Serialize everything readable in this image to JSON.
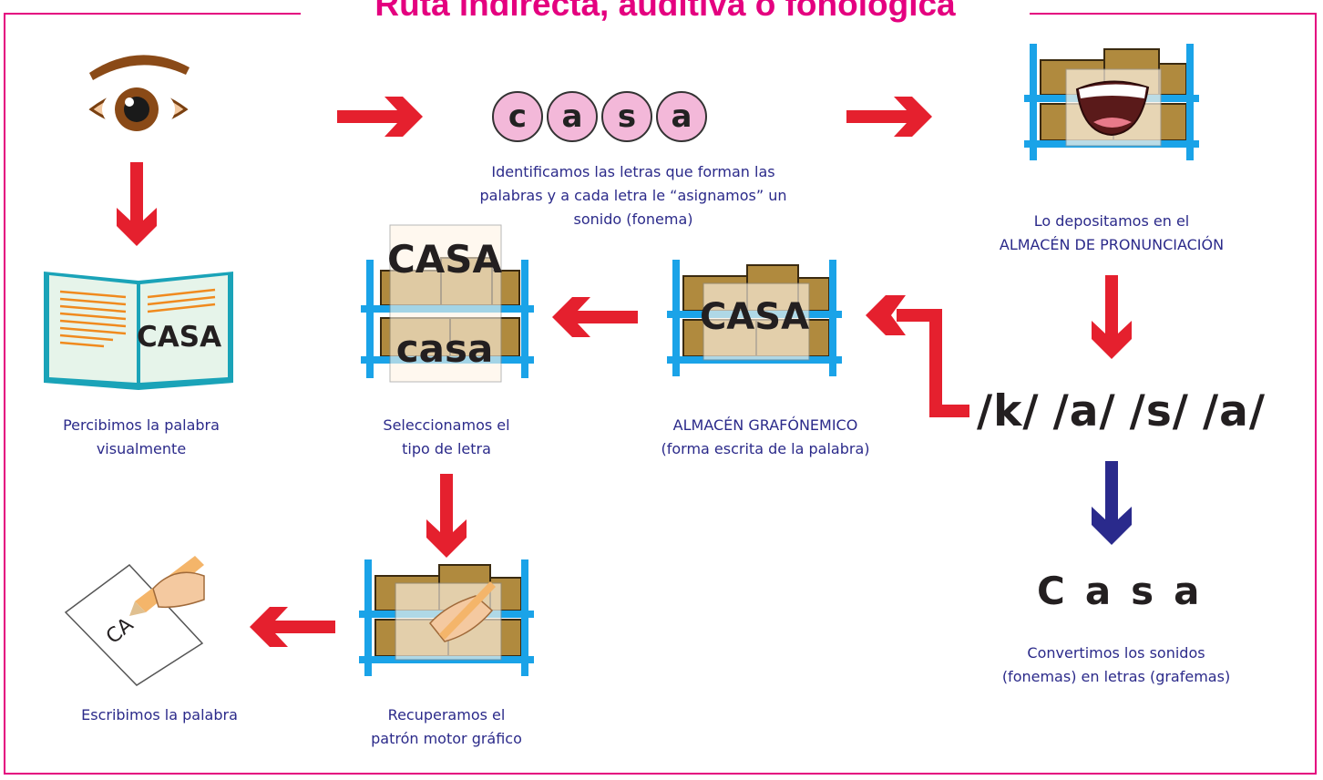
{
  "title": "Ruta indirecta, auditiva o fonológica",
  "letters": [
    "c",
    "a",
    "s",
    "a"
  ],
  "captions": {
    "letters": [
      "Identificamos las letras que forman las",
      "palabras y a cada letra le “asignamos” un",
      "sonido (fonema)"
    ],
    "pronunciation": [
      "Lo depositamos en el",
      "ALMACÉN DE PRONUNCIACIÓN"
    ],
    "perceive": [
      "Percibimos la palabra",
      "visualmente"
    ],
    "select": [
      "Seleccionamos el",
      "tipo de letra"
    ],
    "graphemic": [
      "ALMACÉN GRAFÓNEMICO",
      "(forma escrita de la palabra)"
    ],
    "convert": [
      "Convertimos los sonidos",
      "(fonemas) en letras (grafemas)"
    ],
    "write": [
      "Escribimos la palabra"
    ],
    "motor": [
      "Recuperamos el",
      "patrón motor gráfico"
    ]
  },
  "book_word": "CASA",
  "graphemic_word": "CASA",
  "select_words": [
    "CASA",
    "casa"
  ],
  "paper_text": "CA",
  "phonemes": [
    "/k/",
    "/a/",
    "/s/",
    "/a/"
  ],
  "result_letters": [
    "C",
    "a",
    "s",
    "a"
  ],
  "colors": {
    "title": "#e4007f",
    "caption": "#2b2a8a",
    "arrow_red": "#e5202e",
    "arrow_blue": "#2a2a8c",
    "letter_bg": "#f3b8d9",
    "shelf": "#1aa3e8",
    "box": "#b08a3e"
  }
}
